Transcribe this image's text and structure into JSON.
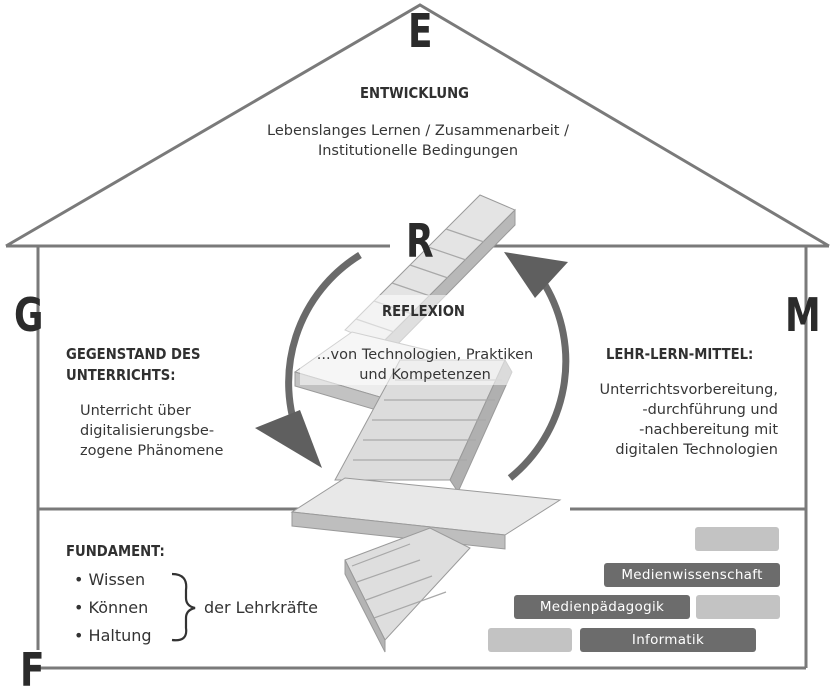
{
  "letters": {
    "e": "E",
    "r": "R",
    "g": "G",
    "m": "M",
    "f": "F"
  },
  "entwicklung": {
    "title": "ENTWICKLUNG",
    "line1": "Lebenslanges Lernen / Zusammenarbeit /",
    "line2": "Institutionelle Bedingungen"
  },
  "reflexion": {
    "title": "REFLEXION",
    "line1": "...von Technologien, Praktiken",
    "line2": "und Kompetenzen"
  },
  "gegenstand": {
    "title1": "GEGENSTAND DES",
    "title2": "UNTERRICHTS:",
    "line1": "Unterricht über",
    "line2": "digitalisierungsbe-",
    "line3": "zogene Phänomene"
  },
  "lehrlern": {
    "title": "LEHR-LERN-MITTEL:",
    "line1": "Unterrichtsvorbereitung,",
    "line2": "-durchführung und",
    "line3": "-nachbereitung mit",
    "line4": "digitalen Technologien"
  },
  "fundament": {
    "title": "FUNDAMENT:",
    "items": [
      "Wissen",
      "Können",
      "Haltung"
    ],
    "suffix": "der Lehrkräfte",
    "bullet": "•"
  },
  "bricks": {
    "medienwissenschaft": "Medienwissenschaft",
    "medienpaedagogik": "Medienpädagogik",
    "informatik": "Informatik"
  },
  "colors": {
    "outline": "#7a7a7a",
    "arrow": "#5f5f5f",
    "stair_light": "#e2e2e2",
    "stair_mid": "#cfcfcf",
    "stair_dark": "#b2b2b2",
    "brick_dark": "#6c6c6c",
    "brick_light": "#c3c3c3"
  }
}
